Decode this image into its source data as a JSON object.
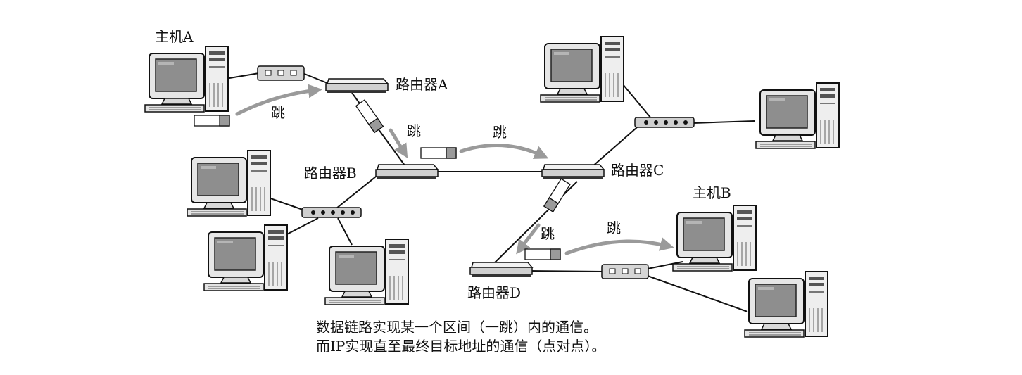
{
  "nodes": {
    "host_a": "主机A",
    "host_b": "主机B",
    "router_a": "路由器A",
    "router_b": "路由器B",
    "router_c": "路由器C",
    "router_d": "路由器D"
  },
  "hop_label": "跳",
  "caption": {
    "line1": "数据链路实现某一个区间（一跳）内的通信。",
    "line2": "而IP实现直至最终目标地址的通信（点对点）。"
  }
}
